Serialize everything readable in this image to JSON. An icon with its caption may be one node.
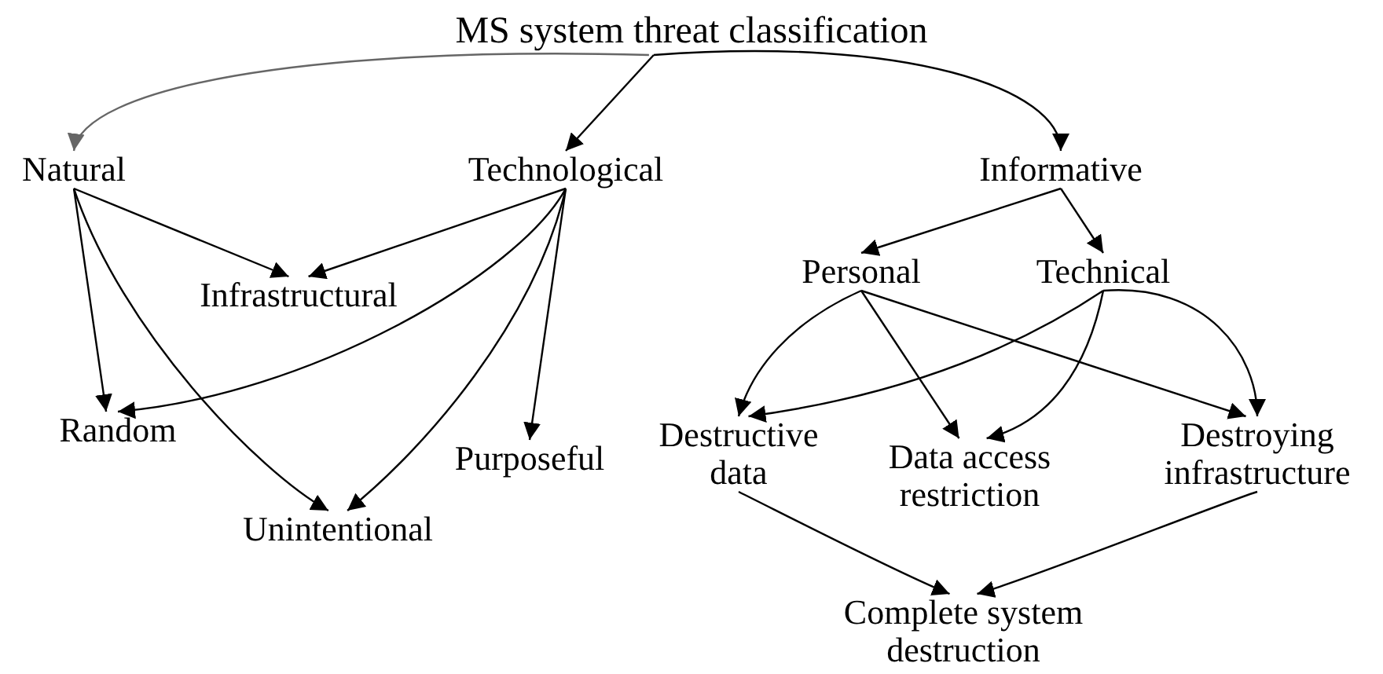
{
  "diagram": {
    "nodes": [
      {
        "text": [
          "MS system threat classification"
        ]
      },
      {
        "text": [
          "Natural"
        ]
      },
      {
        "text": [
          "Technological"
        ]
      },
      {
        "text": [
          "Informative"
        ]
      },
      {
        "text": [
          "Infrastructural"
        ]
      },
      {
        "text": [
          "Random"
        ]
      },
      {
        "text": [
          "Purposeful"
        ]
      },
      {
        "text": [
          "Unintentional"
        ]
      },
      {
        "text": [
          "Personal"
        ]
      },
      {
        "text": [
          "Technical"
        ]
      },
      {
        "text": [
          "Destructive data"
        ]
      },
      {
        "text": [
          "Data access restriction"
        ]
      },
      {
        "text": [
          "Destroying infrastructure"
        ]
      },
      {
        "text": [
          "Complete system destruction"
        ]
      }
    ],
    "edges": [
      {
        "from": 0,
        "to": 1,
        "arrow": "to",
        "color": "#666666"
      },
      {
        "from": 0,
        "to": 2,
        "arrow": "to"
      },
      {
        "from": 0,
        "to": 3,
        "arrow": "to"
      },
      {
        "from": 1,
        "to": 4,
        "arrow": "to"
      },
      {
        "from": 1,
        "to": 5,
        "arrow": "to"
      },
      {
        "from": 1,
        "to": 7,
        "arrow": "to"
      },
      {
        "from": 2,
        "to": 4,
        "arrow": "to"
      },
      {
        "from": 2,
        "to": 5,
        "arrow": "to"
      },
      {
        "from": 2,
        "to": 6,
        "arrow": "to"
      },
      {
        "from": 2,
        "to": 7,
        "arrow": "to"
      },
      {
        "from": 3,
        "to": 8,
        "arrow": "to"
      },
      {
        "from": 3,
        "to": 9,
        "arrow": "to"
      },
      {
        "from": 8,
        "to": 10,
        "arrow": "to"
      },
      {
        "from": 8,
        "to": 11,
        "arrow": "to"
      },
      {
        "from": 8,
        "to": 12,
        "arrow": "to"
      },
      {
        "from": 9,
        "to": 10,
        "arrow": "to"
      },
      {
        "from": 9,
        "to": 11,
        "arrow": "to"
      },
      {
        "from": 9,
        "to": 12,
        "arrow": "to"
      },
      {
        "from": 10,
        "to": 13,
        "arrow": "to"
      },
      {
        "from": 12,
        "to": 13,
        "arrow": "to"
      }
    ]
  }
}
